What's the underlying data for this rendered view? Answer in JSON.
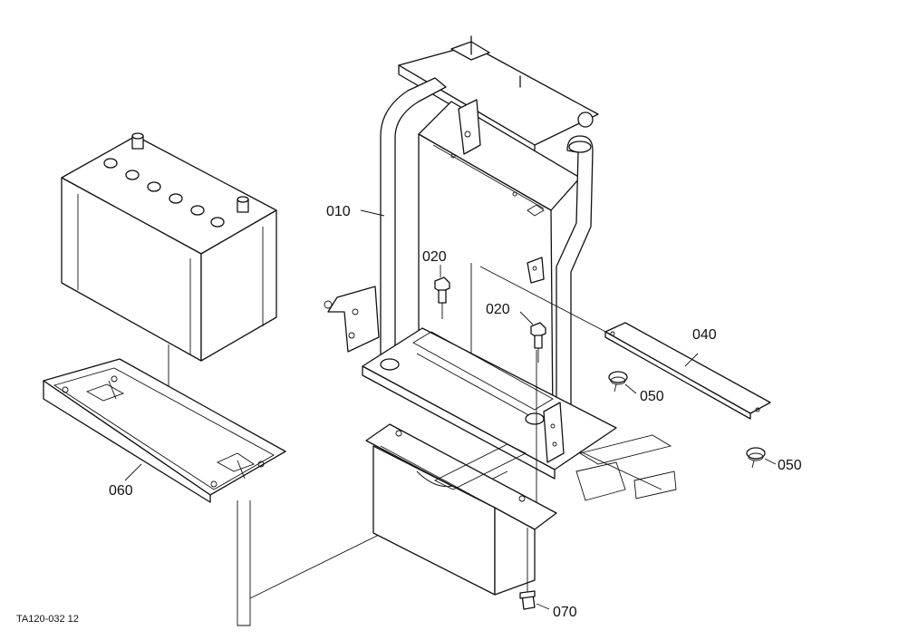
{
  "callouts": {
    "c010": "010",
    "c020a": "020",
    "c020b": "020",
    "c040": "040",
    "c050a": "050",
    "c050b": "050",
    "c060": "060",
    "c070": "070"
  },
  "drawing_code": "TA120-032 12"
}
